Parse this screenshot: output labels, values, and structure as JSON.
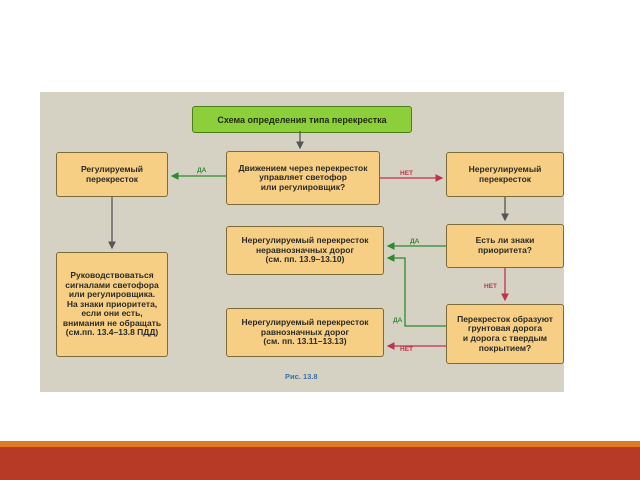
{
  "diagram": {
    "title": "Схема определения типа перекрестка",
    "nodes": {
      "regulated": "Регулируемый\nперекресток",
      "question_signal": "Движением через перекресток\nуправляет светофор\nили регулировщик?",
      "unregulated": "Нерегулируемый\nперекресток",
      "instruction": "Руководствоваться\nсигналами светофора\nили регулировщика.\nНа знаки приоритета,\nесли они есть,\nвнимания не обращать\n(см.пп. 13.4–13.8 ПДД)",
      "unequal": "Нерегулируемый перекресток\nнеравнозначных дорог\n(см. пп. 13.9–13.10)",
      "question_signs": "Есть ли знаки\nприоритета?",
      "equal": "Нерегулируемый перекресток\nравнозначных дорог\n(см. пп. 13.11–13.13)",
      "question_road": "Перекресток образуют\nгрунтовая дорога\nи дорога с твердым\nпокрытием?"
    },
    "labels": {
      "yes_1": "ДА",
      "no_1": "НЕТ",
      "yes_2": "ДА",
      "no_2": "НЕТ",
      "yes_3": "ДА",
      "no_3": "НЕТ"
    },
    "caption": "Рис. 13.8"
  },
  "colors": {
    "node_fill": "#f6cf84",
    "title_fill": "#8ccf3a",
    "yes_arrow": "#2f8a2f",
    "no_arrow": "#c0334c",
    "band_orange": "#e07b20",
    "band_red": "#b63a25"
  }
}
